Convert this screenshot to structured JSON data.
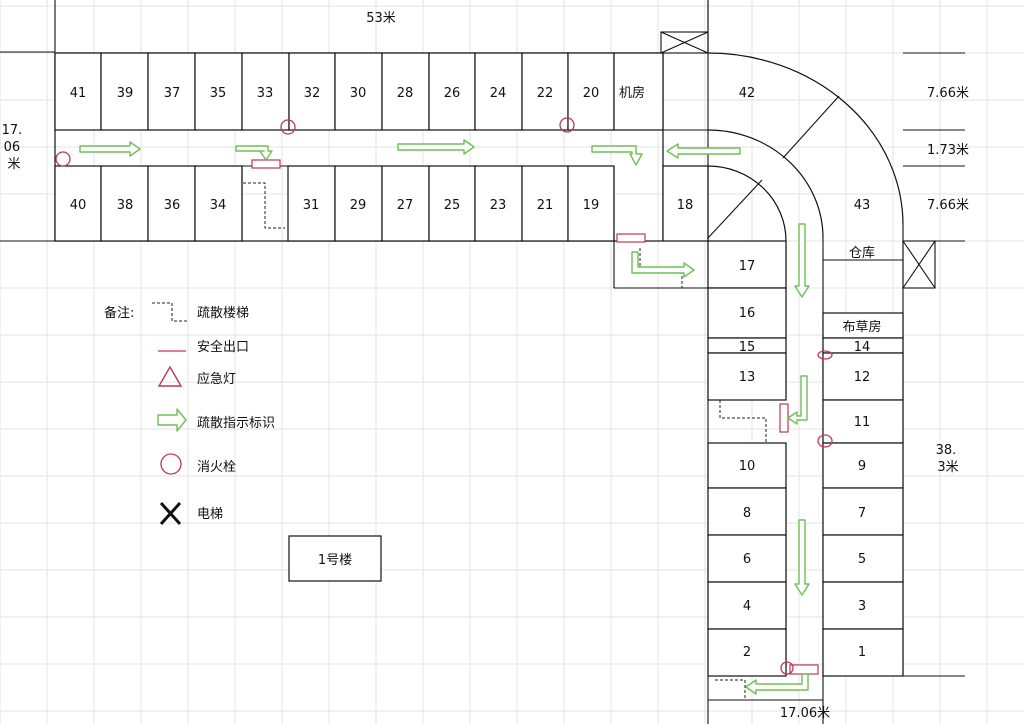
{
  "dimensions": {
    "top_width": "53米",
    "left_height": "17.\n06\n米",
    "right_top": "7.66米",
    "right_mid": "1.73米",
    "right_bottom": "7.66米",
    "right_vertical": "38.\n3米",
    "bottom_width": "17.06米"
  },
  "rooms": {
    "r41": "41",
    "r39": "39",
    "r37": "37",
    "r35": "35",
    "r33": "33",
    "r32": "32",
    "r30": "30",
    "r28": "28",
    "r26": "26",
    "r24": "24",
    "r22": "22",
    "r20": "20",
    "machine": "机房",
    "r42": "42",
    "r40": "40",
    "r38": "38",
    "r36": "36",
    "r34": "34",
    "r31": "31",
    "r29": "29",
    "r27": "27",
    "r25": "25",
    "r23": "23",
    "r21": "21",
    "r19": "19",
    "r18": "18",
    "r43": "43",
    "r17": "17",
    "r16": "16",
    "r15": "15",
    "r13": "13",
    "r10": "10",
    "r8": "8",
    "r6": "6",
    "r4": "4",
    "r2": "2",
    "warehouse": "仓库",
    "linen": "布草房",
    "r14": "14",
    "r12": "12",
    "r11": "11",
    "r9": "9",
    "r7": "7",
    "r5": "5",
    "r3": "3",
    "r1": "1"
  },
  "legend": {
    "title": "备注:",
    "stairs": "疏散楼梯",
    "exit": "安全出口",
    "light": "应急灯",
    "sign": "疏散指示标识",
    "hydrant": "消火栓",
    "elevator": "电梯"
  },
  "building": "1号楼",
  "colors": {
    "arrow": "#6fbf55",
    "marker": "#c33650",
    "line": "#111111",
    "grid": "#e3e3e3"
  }
}
